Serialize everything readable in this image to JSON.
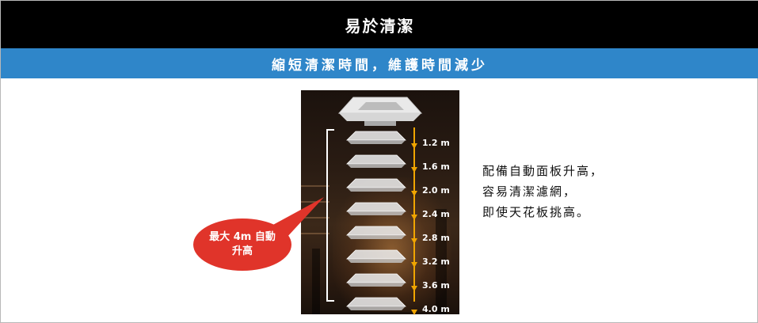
{
  "header": {
    "title": "易於清潔",
    "subtitle": "縮短清潔時間，維護時間減少"
  },
  "figure": {
    "heights": [
      "1.2 m",
      "1.6 m",
      "2.0 m",
      "2.4 m",
      "2.8 m",
      "3.2 m",
      "3.6 m",
      "4.0 m"
    ],
    "bubble_line1": "最大 4m 自動",
    "bubble_line2": "升高",
    "accent_color": "#f0a500",
    "bubble_color": "#e0342a"
  },
  "description": {
    "line1": "配備自動面板升高，",
    "line2": "容易清潔濾網，",
    "line3": "即使天花板挑高。"
  },
  "colors": {
    "title_bar": "#000000",
    "sub_bar": "#2f86c9"
  }
}
